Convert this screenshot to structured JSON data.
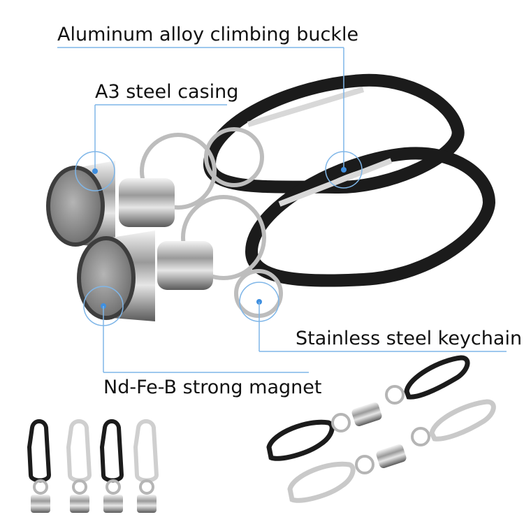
{
  "callouts": {
    "buckle": "Aluminum alloy climbing buckle",
    "casing": "A3 steel casing",
    "keychain": "Stainless steel keychain",
    "magnet": "Nd-Fe-B strong magnet"
  },
  "colors": {
    "callout_line": "#7fb6e8",
    "callout_dot": "#3f8fe0",
    "black_carabiner": "#1b1b1b",
    "silver_metal": "#c9c9c9",
    "magnet_face": "#8e8e8e"
  }
}
